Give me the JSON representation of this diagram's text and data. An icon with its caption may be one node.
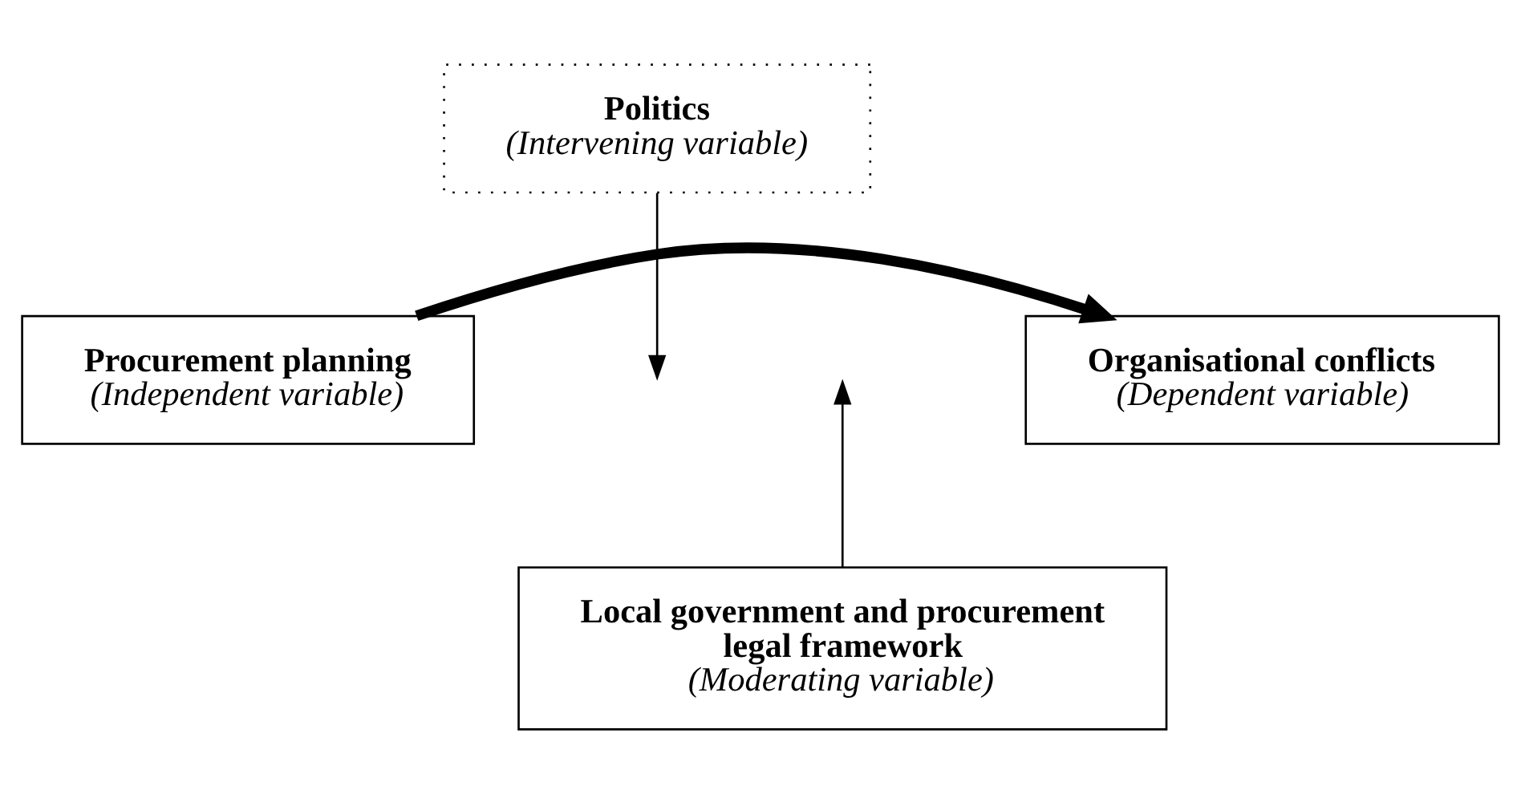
{
  "diagram": {
    "nodes": [
      {
        "text": [
          "Politics",
          "(Intervening variable)"
        ]
      },
      {
        "text": [
          "Procurement planning",
          "(Independent variable)"
        ]
      },
      {
        "text": [
          "Organisational conflicts",
          "(Dependent variable)"
        ]
      },
      {
        "text": [
          "Local government and procurement legal framework",
          "(Moderating variable)"
        ]
      }
    ],
    "edges": [
      {
        "from": 1,
        "to": 2,
        "arrow": "to",
        "style": "thick"
      },
      {
        "from": 0,
        "to": null,
        "arrow": "to"
      },
      {
        "from": 3,
        "to": null,
        "arrow": "to"
      }
    ]
  }
}
